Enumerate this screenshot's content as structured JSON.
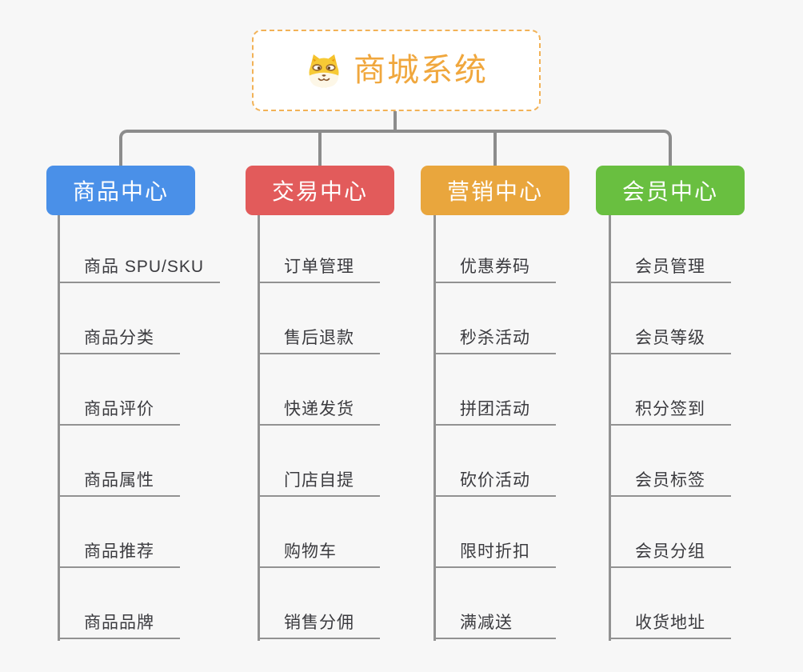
{
  "background_color": "#f7f7f7",
  "connector_color": "#8c8c8c",
  "underline_color": "#929292",
  "root": {
    "title": "商城系统",
    "icon": "shiba-dog-icon",
    "text_color": "#f0a73d",
    "border_color": "#f2b257",
    "background": "#ffffff"
  },
  "branches": [
    {
      "label": "商品中心",
      "color": "#4a90e8",
      "items": [
        "商品 SPU/SKU",
        "商品分类",
        "商品评价",
        "商品属性",
        "商品推荐",
        "商品品牌"
      ]
    },
    {
      "label": "交易中心",
      "color": "#e25b5b",
      "items": [
        "订单管理",
        "售后退款",
        "快递发货",
        "门店自提",
        "购物车",
        "销售分佣"
      ]
    },
    {
      "label": "营销中心",
      "color": "#e9a63d",
      "items": [
        "优惠券码",
        "秒杀活动",
        "拼团活动",
        "砍价活动",
        "限时折扣",
        "满减送"
      ]
    },
    {
      "label": "会员中心",
      "color": "#69bf40",
      "items": [
        "会员管理",
        "会员等级",
        "积分签到",
        "会员标签",
        "会员分组",
        "收货地址"
      ]
    }
  ]
}
